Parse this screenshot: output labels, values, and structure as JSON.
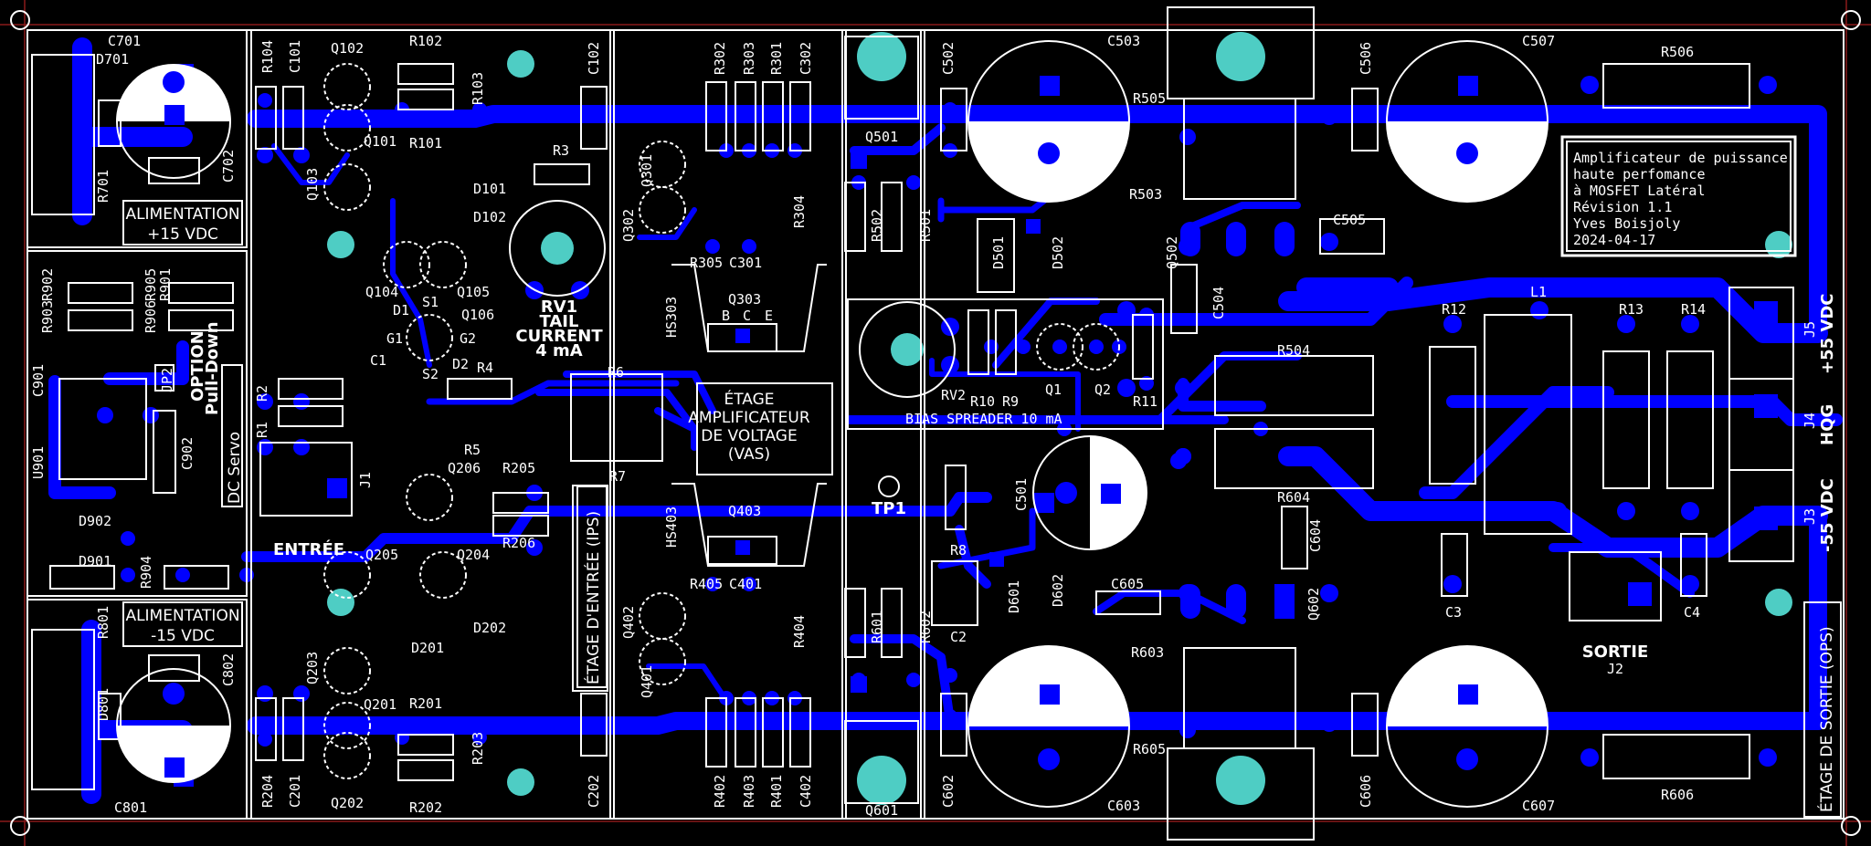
{
  "title_block": {
    "lines": [
      "Amplificateur de puissance",
      "haute perfomance",
      "à MOSFET Latéral",
      "Révision 1.1",
      "Yves Boisjoly",
      "2024-04-17"
    ]
  },
  "sections": {
    "psu_pos": [
      "ALIMENTATION",
      "+15 VDC"
    ],
    "psu_neg": [
      "ALIMENTATION",
      "-15 VDC"
    ],
    "dc_servo": "DC Servo",
    "option": [
      "OPTION",
      "Pull-Down"
    ],
    "vas": [
      "ÉTAGE",
      "AMPLIFICATEUR",
      "DE VOLTAGE",
      "(VAS)"
    ],
    "ips": "ÉTAGE D'ENTRÉE (IPS)",
    "ops": "ÉTAGE DE SORTIE (OPS)",
    "bias": "BIAS SPREADER 10 mA",
    "tail": [
      "RV1",
      "TAIL",
      "CURRENT",
      "4 mA"
    ],
    "input": "ENTRÉE",
    "output": "SORTIE",
    "testpoint": "TP1",
    "connectors": {
      "j5": "J5",
      "pos55": "+55 VDC",
      "j4": "J4",
      "hqg": "HQG",
      "j3": "J3",
      "neg55": "-55 VDC",
      "j1": "J1",
      "j2": "J2"
    }
  },
  "designators": {
    "psu": [
      "C701",
      "D701",
      "R701",
      "C702",
      "R903",
      "R902",
      "R906",
      "R905",
      "R901",
      "C901",
      "JP2",
      "U901",
      "C902",
      "D902",
      "D901",
      "R904",
      "R801",
      "D801",
      "C802",
      "C801"
    ],
    "ips": [
      "R104",
      "C101",
      "Q102",
      "R102",
      "R103",
      "R101",
      "Q101",
      "Q103",
      "D101",
      "D102",
      "Q104",
      "Q105",
      "Q106",
      "D1",
      "S1",
      "G1",
      "G2",
      "S2",
      "D2",
      "C1",
      "R2",
      "R1",
      "R3",
      "R4",
      "R5",
      "R6",
      "R7",
      "Q206",
      "R205",
      "R206",
      "Q205",
      "Q204",
      "D202",
      "D201",
      "Q203",
      "Q201",
      "R201",
      "R203",
      "R204",
      "C201",
      "Q202",
      "R202",
      "C102",
      "C202"
    ],
    "vas": [
      "R302",
      "R303",
      "R301",
      "C302",
      "Q301",
      "Q302",
      "R304",
      "R305",
      "C301",
      "HS303",
      "Q303",
      "B",
      "C",
      "E",
      "HS403",
      "Q403",
      "R405",
      "C401",
      "Q402",
      "Q401",
      "R404",
      "R402",
      "R403",
      "R401",
      "C402",
      "Q501",
      "Q601",
      "C502",
      "C602",
      "R502",
      "R501",
      "D501",
      "D502",
      "RV2",
      "R10",
      "R9",
      "Q1",
      "Q2",
      "R11",
      "C501",
      "R8",
      "C2",
      "D601",
      "D602",
      "R601",
      "R602"
    ],
    "ops": [
      "C503",
      "R505",
      "R503",
      "C506",
      "C507",
      "R506",
      "Q502",
      "C505",
      "C504",
      "R504",
      "L1",
      "R12",
      "R13",
      "R14",
      "C3",
      "C4",
      "R604",
      "C604",
      "C605",
      "Q602",
      "R603",
      "R605",
      "C603",
      "C606",
      "C607",
      "R606"
    ]
  },
  "colors": {
    "background": "#000000",
    "copper": "#0000ff",
    "silkscreen": "#ffffff",
    "mounting_hole": "#4ecdc4",
    "frame": "#8b1a1a"
  }
}
